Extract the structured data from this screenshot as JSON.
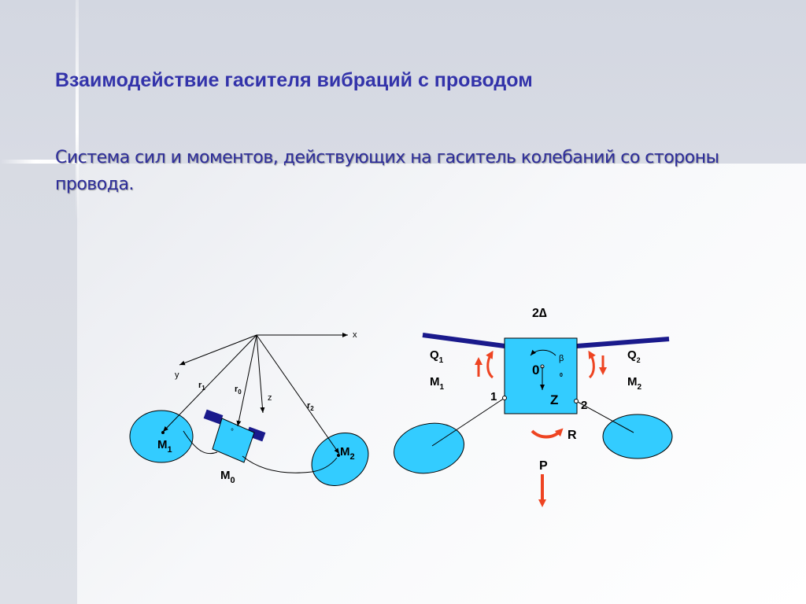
{
  "slide": {
    "title": "Взаимодействие гасителя вибраций с проводом",
    "subtitle": "Система сил и моментов, действующих на гаситель колебаний со стороны провода."
  },
  "colors": {
    "title": "#3333aa",
    "subtitle": "#2d2d9a",
    "mass_fill": "#33ccff",
    "wire": "#1a1a8c",
    "arrow": "#ee4422"
  },
  "left_diagram": {
    "axis_x": "x",
    "axis_y": "y",
    "axis_z": "z",
    "r1_base": "r",
    "r1_sub": "1",
    "r0_base": "r",
    "r0_sub": "0",
    "r2_base": "r",
    "r2_sub": "2",
    "m1_base": "M",
    "m1_sub": "1",
    "m0_base": "M",
    "m0_sub": "0",
    "m2_base": "M",
    "m2_sub": "2",
    "center_mark": "°"
  },
  "right_diagram": {
    "gap_label": "2∆",
    "q1_base": "Q",
    "q1_sub": "1",
    "m1_base": "M",
    "m1_sub": "1",
    "q2_base": "Q",
    "q2_sub": "2",
    "m2_base": "M",
    "m2_sub": "2",
    "zero_label": "0",
    "beta_label": "β",
    "beta_sub": "0",
    "z_label": "Z",
    "point1_label": "1",
    "point2_label": "2",
    "r_label": "R",
    "p_label": "P"
  }
}
